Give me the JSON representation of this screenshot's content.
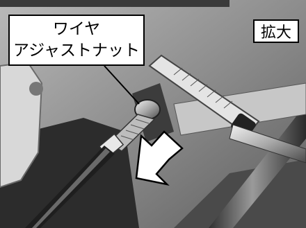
{
  "callout": {
    "line1": "ワイヤ",
    "line2": "アジャストナット"
  },
  "badge": {
    "label": "拡大"
  }
}
